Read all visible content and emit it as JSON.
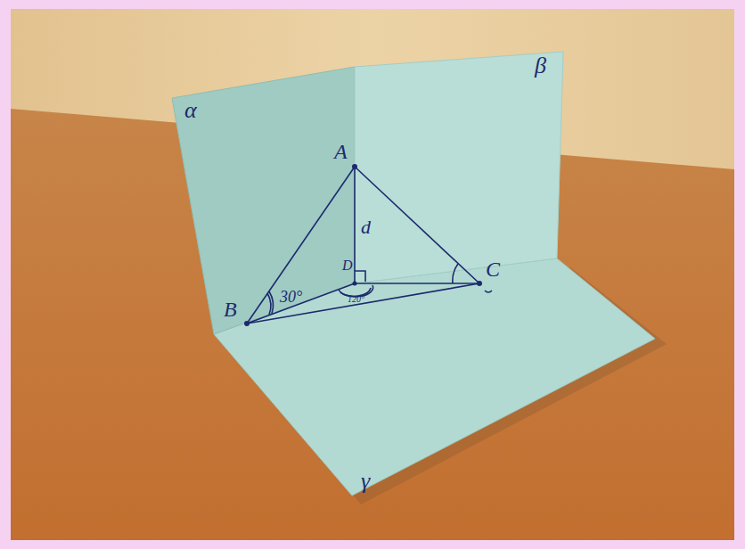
{
  "diagram": {
    "labels": [
      "α",
      "β",
      "γ",
      "A",
      "d",
      "D",
      "B",
      "30°",
      "120°",
      "C"
    ]
  }
}
